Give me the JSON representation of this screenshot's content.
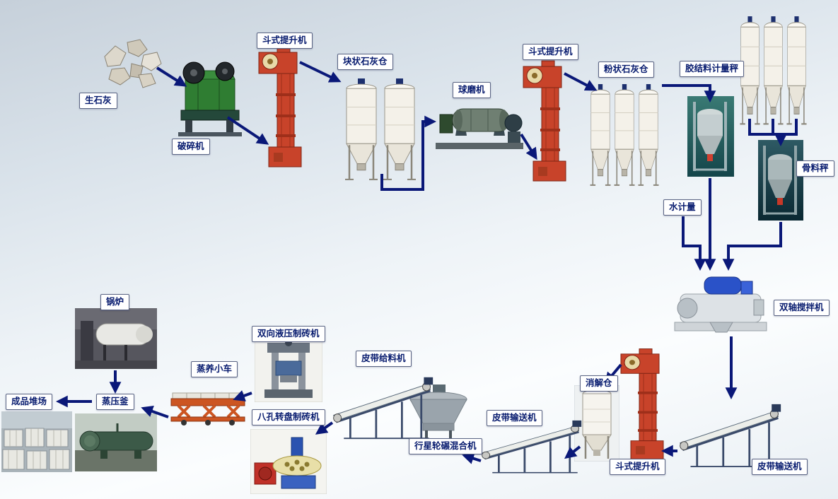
{
  "diagram": {
    "type": "process-flow",
    "node_count": 24,
    "labels": {
      "quicklime": "生石灰",
      "crusher": "破碎机",
      "bucket_elevator_1": "斗式提升机",
      "lump_lime_silo": "块状石灰仓",
      "ball_mill": "球磨机",
      "bucket_elevator_2": "斗式提升机",
      "powder_lime_silo": "粉状石灰仓",
      "binder_scale": "胶结料计量秤",
      "aggregate_scale": "骨料秤",
      "water_meter": "水计量",
      "double_shaft_mixer": "双轴搅拌机",
      "belt_conveyor_right": "皮带输送机",
      "bucket_elevator_3": "斗式提升机",
      "digestion_silo": "消解仓",
      "belt_conveyor_mid": "皮带输送机",
      "planetary_mixer": "行星轮碾混合机",
      "belt_feeder": "皮带给料机",
      "hydraulic_brick_machine": "双向液压制砖机",
      "rotary_brick_machine": "八孔转盘制砖机",
      "curing_trolley": "蒸养小车",
      "autoclave": "蒸压釜",
      "boiler": "锅炉",
      "product_yard": "成品堆场"
    },
    "flow_edges": [
      {
        "from": "quicklime",
        "to": "crusher"
      },
      {
        "from": "crusher",
        "to": "bucket_elevator_1"
      },
      {
        "from": "bucket_elevator_1",
        "to": "lump_lime_silo"
      },
      {
        "from": "lump_lime_silo",
        "to": "ball_mill"
      },
      {
        "from": "ball_mill",
        "to": "bucket_elevator_2"
      },
      {
        "from": "bucket_elevator_2",
        "to": "powder_lime_silo"
      },
      {
        "from": "powder_lime_silo",
        "to": "binder_scale"
      },
      {
        "from": "aggregate_silos",
        "to": "aggregate_scale"
      },
      {
        "from": "binder_scale",
        "to": "double_shaft_mixer"
      },
      {
        "from": "aggregate_scale",
        "to": "double_shaft_mixer"
      },
      {
        "from": "water_meter",
        "to": "double_shaft_mixer"
      },
      {
        "from": "double_shaft_mixer",
        "to": "belt_conveyor_right"
      },
      {
        "from": "belt_conveyor_right",
        "to": "bucket_elevator_3"
      },
      {
        "from": "bucket_elevator_3",
        "to": "digestion_silo"
      },
      {
        "from": "digestion_silo",
        "to": "belt_conveyor_mid"
      },
      {
        "from": "belt_conveyor_mid",
        "to": "planetary_mixer"
      },
      {
        "from": "belt_feeder",
        "to": "brick_machines"
      },
      {
        "from": "hydraulic_brick_machine",
        "to": "curing_trolley"
      },
      {
        "from": "curing_trolley",
        "to": "autoclave"
      },
      {
        "from": "boiler",
        "to": "autoclave"
      },
      {
        "from": "autoclave",
        "to": "product_yard"
      }
    ],
    "colors": {
      "arrow": "#0a1878",
      "label_text": "#061a6e",
      "label_background": "#ffffff",
      "elevator_body": "#c8432a",
      "silo_body": "#f4f1e9",
      "silo_cap": "#1c2f6e",
      "crusher_body": "#2f7d32",
      "mixer_motor": "#2a52c8",
      "trolley_frame": "#cc5522",
      "brick_machine_base": "#c03028",
      "rotary_disc": "#e8dfa8",
      "background_top": "#c6d0da",
      "background_bottom": "#f4f8fb"
    }
  }
}
